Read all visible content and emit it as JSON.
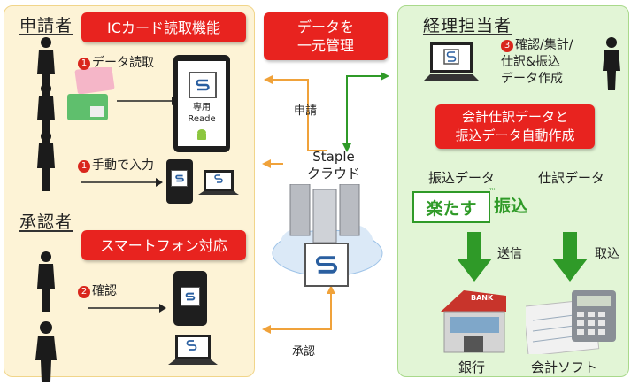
{
  "applicant": {
    "heading": "申請者",
    "ic_feature": "ICカード読取機能",
    "step1_read": "データ読取",
    "step1_manual": "手動で入力",
    "step1_num": "1",
    "reader_label": "専用\nReade"
  },
  "approver": {
    "heading": "承認者",
    "smartphone_feature": "スマートフォン対応",
    "step2_confirm": "確認",
    "step2_num": "2"
  },
  "center": {
    "unified": "データを\n一元管理",
    "apply": "申請",
    "approve": "承認",
    "cloud": "Staple\nクラウド"
  },
  "accounting": {
    "heading": "経理担当者",
    "step3_num": "3",
    "step3_text": "確認/集計/\n仕訳&振込\nデータ作成",
    "auto_create": "会計仕訳データと\n振込データ自動作成",
    "transfer_data": "振込データ",
    "journal_data": "仕訳データ",
    "rakutasu": "楽たす",
    "tm": "™",
    "furikomi": "振込",
    "send": "送信",
    "import": "取込",
    "bank": "銀行",
    "bank_sign": "BANK",
    "software": "会計ソフト"
  },
  "colors": {
    "red": "#e8231f",
    "green": "#2f9a28",
    "arrow_orange": "#f0a23a"
  }
}
